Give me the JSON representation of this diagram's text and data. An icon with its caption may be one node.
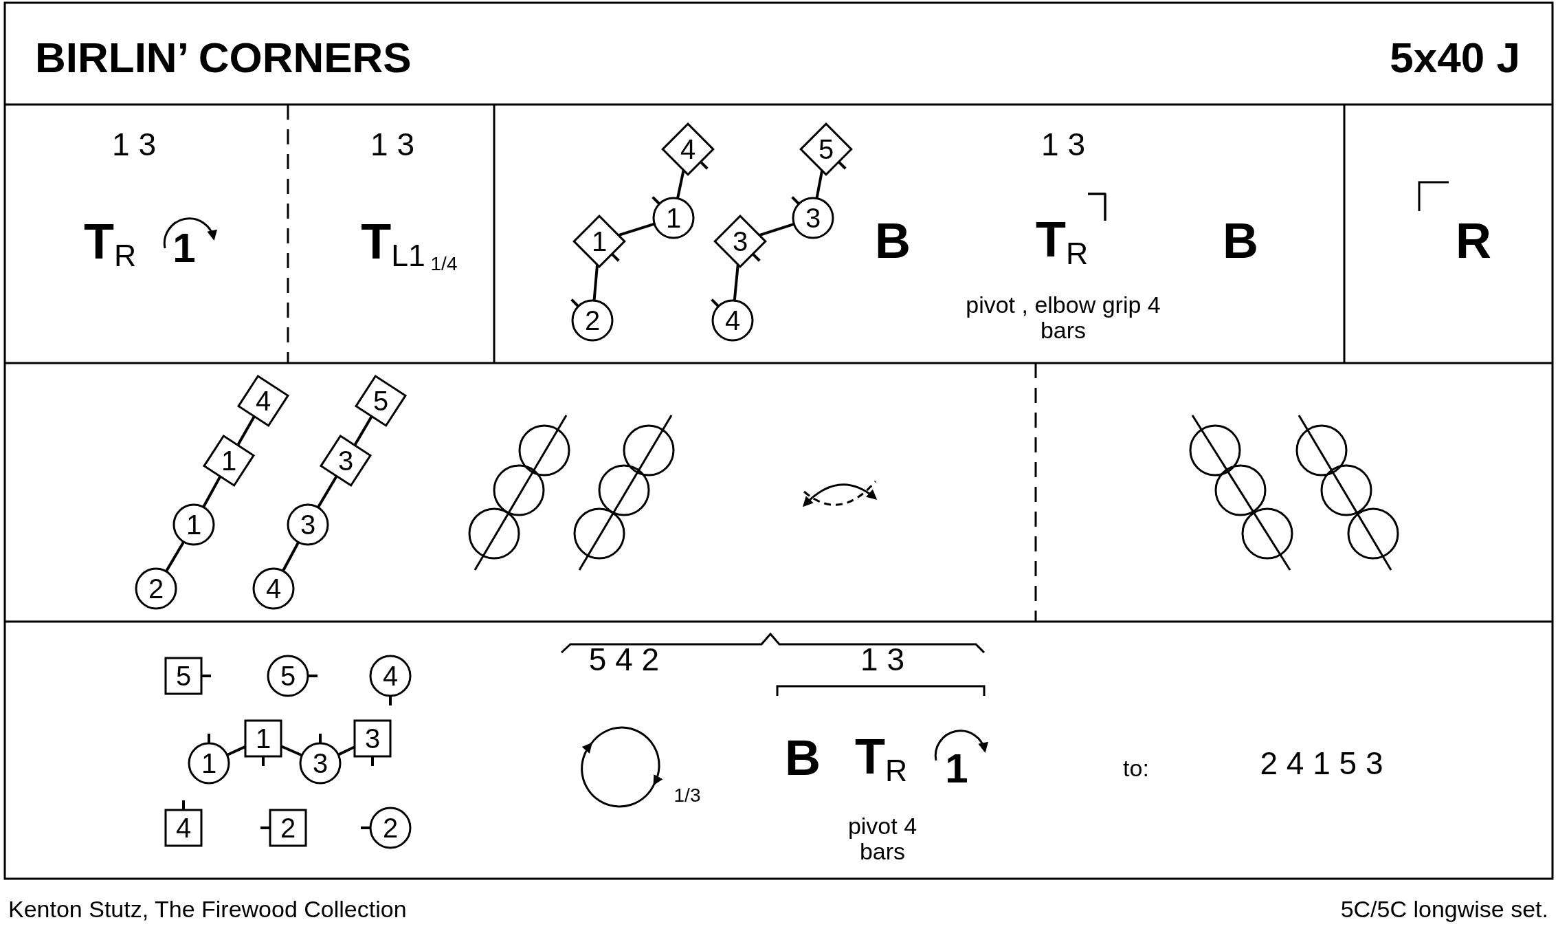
{
  "diagram": {
    "title": "BIRLIN’ CORNERS",
    "nodes": [
      {
        "text": [
          "4"
        ]
      },
      {
        "text": [
          "1"
        ]
      },
      {
        "text": [
          "1"
        ]
      },
      {
        "text": [
          "2"
        ]
      },
      {
        "text": [
          "5"
        ]
      },
      {
        "text": [
          "3"
        ]
      },
      {
        "text": [
          "3"
        ]
      },
      {
        "text": [
          "4"
        ]
      },
      {
        "text": [
          "4"
        ]
      },
      {
        "text": [
          "1"
        ]
      },
      {
        "text": [
          "1"
        ]
      },
      {
        "text": [
          "2"
        ]
      },
      {
        "text": [
          "5"
        ]
      },
      {
        "text": [
          "3"
        ]
      },
      {
        "text": [
          "3"
        ]
      },
      {
        "text": [
          "4"
        ]
      },
      {
        "text": [
          "5"
        ]
      },
      {
        "text": [
          "5"
        ]
      },
      {
        "text": [
          "4"
        ]
      },
      {
        "text": [
          "1"
        ]
      },
      {
        "text": [
          "1"
        ]
      },
      {
        "text": [
          "3"
        ]
      },
      {
        "text": [
          "3"
        ]
      },
      {
        "text": [
          "4"
        ]
      },
      {
        "text": [
          "2"
        ]
      },
      {
        "text": [
          "2"
        ]
      }
    ],
    "edges": [
      {
        "from": 0,
        "to": 1,
        "arrow": "none"
      },
      {
        "from": 1,
        "to": 2,
        "arrow": "none"
      },
      {
        "from": 2,
        "to": 3,
        "arrow": "none"
      },
      {
        "from": 4,
        "to": 5,
        "arrow": "none"
      },
      {
        "from": 5,
        "to": 6,
        "arrow": "none"
      },
      {
        "from": 6,
        "to": 7,
        "arrow": "none"
      },
      {
        "from": 8,
        "to": 9,
        "arrow": "none"
      },
      {
        "from": 9,
        "to": 10,
        "arrow": "none"
      },
      {
        "from": 10,
        "to": 11,
        "arrow": "none"
      },
      {
        "from": 12,
        "to": 13,
        "arrow": "none"
      },
      {
        "from": 13,
        "to": 14,
        "arrow": "none"
      },
      {
        "from": 14,
        "to": 15,
        "arrow": "none"
      },
      {
        "from": 19,
        "to": 20,
        "arrow": "none"
      },
      {
        "from": 20,
        "to": 21,
        "arrow": "none"
      },
      {
        "from": 21,
        "to": 22,
        "arrow": "none"
      }
    ],
    "labels": [
      "5x40 J",
      "1 3",
      "T$_{R}$",
      "1",
      "1 3",
      "T$_{L1}$",
      "1/4",
      "1 3",
      "B",
      "T$_{R}$",
      "B",
      "pivot , elbow grip 4 bars",
      "R",
      "5 4 2",
      "1 3",
      "1/3",
      "B",
      "T$_{R}$",
      "1",
      "pivot 4 bars",
      "to:",
      "2 4 1 5 3",
      "Kenton Stutz, The Firewood Collection",
      "5C/5C longwise set."
    ]
  }
}
